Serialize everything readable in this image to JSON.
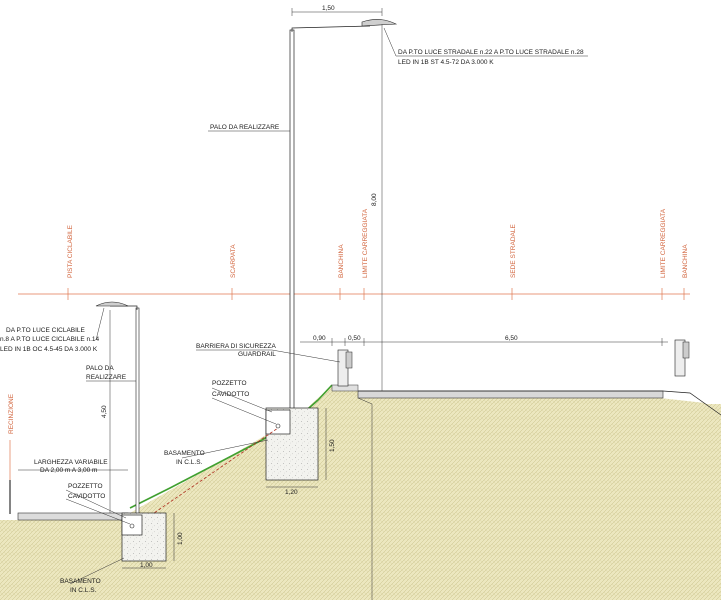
{
  "axis": {
    "pista_ciclabile": "PISTA CICLABILE",
    "scarpata": "SCARPATA",
    "banchina_left": "BANCHINA",
    "limite_carreggiata_left": "LIMITE CARREGGIATA",
    "sede_stradale": "SEDE STRADALE",
    "limite_carreggiata_right": "LIMITE CARREGGIATA",
    "banchina_right": "BANCHINA",
    "recinzione": "RECINZIONE"
  },
  "road_lamp": {
    "width_dim": "1,50",
    "height_dim": "8,00",
    "note_line1": "DA P.TO LUCE STRADALE n.22 A P.TO LUCE STRADALE n.28",
    "note_line2": "LED IN 1B ST 4.5-72 DA 3.000 K",
    "pole_label": "PALO DA REALIZZARE"
  },
  "bike_lamp": {
    "note_line1": "DA P.TO LUCE CICLABILE",
    "note_line2": "n.8 A P.TO LUCE CICLABILE n.14",
    "note_line3": "LED IN 1B OC 4.5-45 DA 3.000 K",
    "pole_label_1": "PALO DA",
    "pole_label_2": "REALIZZARE",
    "height_dim": "4,50"
  },
  "barrier": {
    "label_1": "BARRIERA DI SICUREZZA",
    "label_2": "GUARDRAIL",
    "dim_a": "0,90",
    "dim_b": "0,50",
    "road_width": "6,50"
  },
  "upper_base": {
    "pozzetto": "POZZETTO",
    "cavidotto": "CAVIDOTTO",
    "basamento_1": "BASAMENTO",
    "basamento_2": "IN C.L.S.",
    "depth": "1,50",
    "width": "1,20"
  },
  "lower_base": {
    "larghezza_1": "LARGHEZZA VARIABILE",
    "larghezza_2": "DA 2,00 m A 3,00 m",
    "pozzetto": "POZZETTO",
    "cavidotto": "CAVIDOTTO",
    "basamento_1": "BASAMENTO",
    "basamento_2": "IN C.L.S.",
    "depth": "1,00",
    "width": "1,00"
  },
  "colors": {
    "ground_line": "#40a030",
    "axis_lines": "#e07850",
    "soil_fill": "#e8e3b8",
    "concrete": "#f2f2ee"
  }
}
